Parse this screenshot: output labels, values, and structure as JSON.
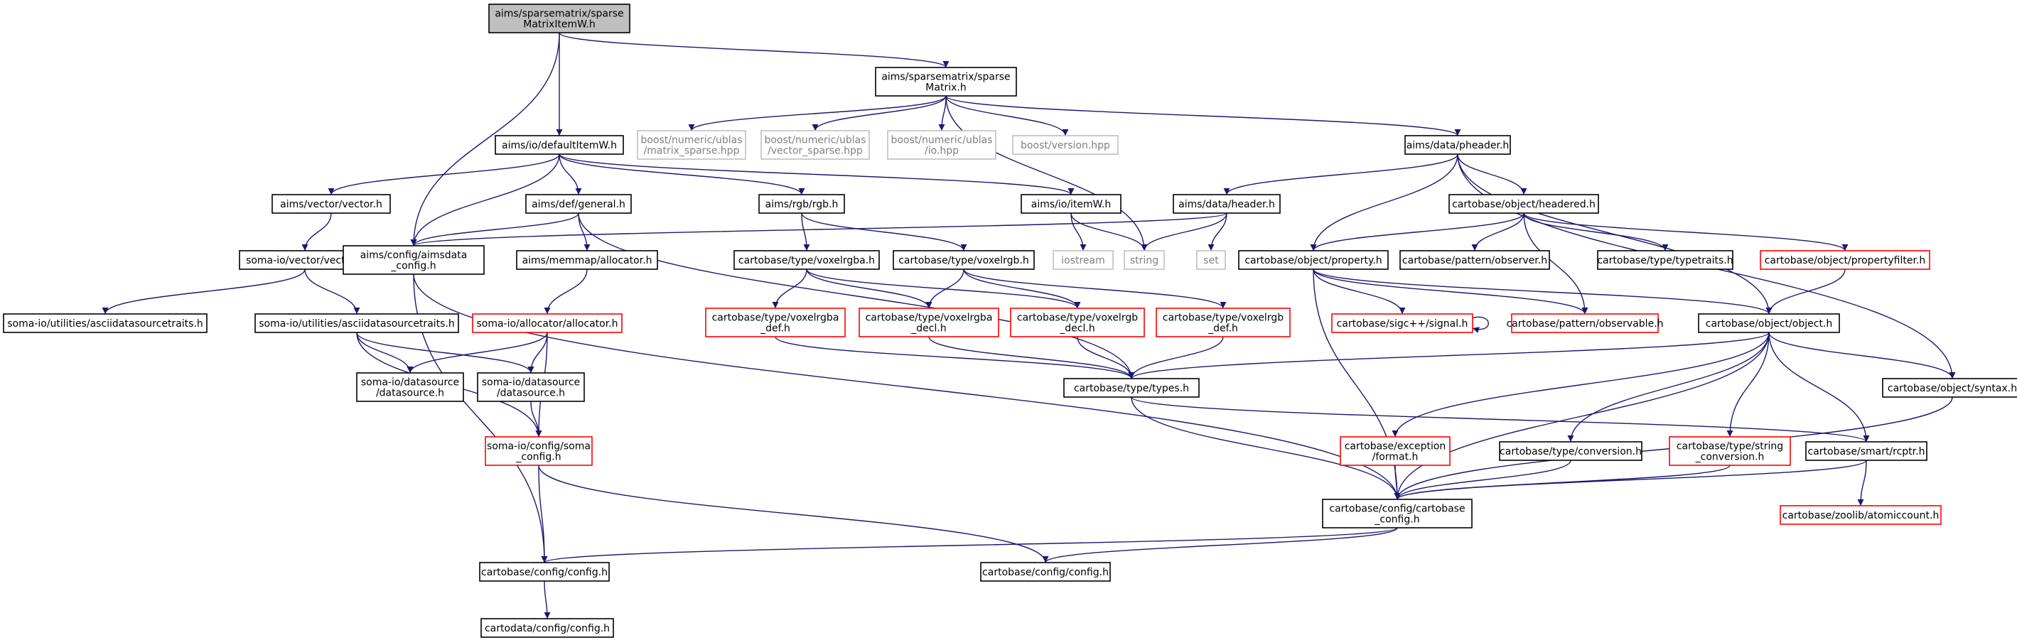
{
  "colors": {
    "root_fill": "#bfbfbf",
    "normal_border": "#000000",
    "missing_border": "#ff0000",
    "external_border": "#bfbfbf",
    "external_text": "#808080",
    "edge": "#191970"
  },
  "graph": {
    "nodes": [
      {
        "id": "root",
        "kind": "root",
        "lines": [
          "aims/sparsematrix/sparse",
          "MatrixItemW.h"
        ]
      },
      {
        "id": "sparsematrix",
        "kind": "normal",
        "lines": [
          "aims/sparsematrix/sparse",
          "Matrix.h"
        ]
      },
      {
        "id": "defaultitemw",
        "kind": "normal",
        "lines": [
          "aims/io/defaultItemW.h"
        ]
      },
      {
        "id": "ublas_matrix",
        "kind": "external",
        "lines": [
          "boost/numeric/ublas",
          "/matrix_sparse.hpp"
        ]
      },
      {
        "id": "ublas_vector",
        "kind": "external",
        "lines": [
          "boost/numeric/ublas",
          "/vector_sparse.hpp"
        ]
      },
      {
        "id": "ublas_io",
        "kind": "external",
        "lines": [
          "boost/numeric/ublas",
          "/io.hpp"
        ]
      },
      {
        "id": "boost_version",
        "kind": "external",
        "lines": [
          "boost/version.hpp"
        ]
      },
      {
        "id": "pheader",
        "kind": "normal",
        "lines": [
          "aims/data/pheader.h"
        ]
      },
      {
        "id": "aimsvector",
        "kind": "normal",
        "lines": [
          "aims/vector/vector.h"
        ]
      },
      {
        "id": "general",
        "kind": "normal",
        "lines": [
          "aims/def/general.h"
        ]
      },
      {
        "id": "rgb",
        "kind": "normal",
        "lines": [
          "aims/rgb/rgb.h"
        ]
      },
      {
        "id": "itemw",
        "kind": "normal",
        "lines": [
          "aims/io/itemW.h"
        ]
      },
      {
        "id": "header",
        "kind": "normal",
        "lines": [
          "aims/data/header.h"
        ]
      },
      {
        "id": "headered",
        "kind": "normal",
        "lines": [
          "cartobase/object/headered.h"
        ]
      },
      {
        "id": "somavector",
        "kind": "normal",
        "lines": [
          "soma-io/vector/vector.h"
        ]
      },
      {
        "id": "aimsdata_config",
        "kind": "normal",
        "lines": [
          "aims/config/aimsdata",
          "_config.h"
        ]
      },
      {
        "id": "allocator",
        "kind": "normal",
        "lines": [
          "aims/memmap/allocator.h"
        ]
      },
      {
        "id": "voxelrgba",
        "kind": "normal",
        "lines": [
          "cartobase/type/voxelrgba.h"
        ]
      },
      {
        "id": "voxelrgb",
        "kind": "normal",
        "lines": [
          "cartobase/type/voxelrgb.h"
        ]
      },
      {
        "id": "iostream",
        "kind": "external",
        "lines": [
          "iostream"
        ]
      },
      {
        "id": "string",
        "kind": "external",
        "lines": [
          "string"
        ]
      },
      {
        "id": "set",
        "kind": "external",
        "lines": [
          "set"
        ]
      },
      {
        "id": "property",
        "kind": "normal",
        "lines": [
          "cartobase/object/property.h"
        ]
      },
      {
        "id": "observer",
        "kind": "normal",
        "lines": [
          "cartobase/pattern/observer.h"
        ]
      },
      {
        "id": "typetraits",
        "kind": "normal",
        "lines": [
          "cartobase/type/typetraits.h"
        ]
      },
      {
        "id": "propertyfilter",
        "kind": "missing",
        "lines": [
          "cartobase/object/propertyfilter.h"
        ]
      },
      {
        "id": "asciids_left",
        "kind": "normal",
        "lines": [
          "soma-io/utilities/asciidatasourcetraits.h"
        ]
      },
      {
        "id": "asciids",
        "kind": "normal",
        "lines": [
          "soma-io/utilities/asciidatasourcetraits.h"
        ]
      },
      {
        "id": "soma_allocator",
        "kind": "missing",
        "lines": [
          "soma-io/allocator/allocator.h"
        ]
      },
      {
        "id": "voxelrgba_def",
        "kind": "missing",
        "lines": [
          "cartobase/type/voxelrgba",
          "_def.h"
        ]
      },
      {
        "id": "voxelrgba_decl",
        "kind": "missing",
        "lines": [
          "cartobase/type/voxelrgba",
          "_decl.h"
        ]
      },
      {
        "id": "voxelrgb_decl",
        "kind": "missing",
        "lines": [
          "cartobase/type/voxelrgb",
          "_decl.h"
        ]
      },
      {
        "id": "voxelrgb_def",
        "kind": "missing",
        "lines": [
          "cartobase/type/voxelrgb",
          "_def.h"
        ]
      },
      {
        "id": "signal",
        "kind": "missing",
        "lines": [
          "cartobase/sigc++/signal.h"
        ]
      },
      {
        "id": "observable",
        "kind": "missing",
        "lines": [
          "cartobase/pattern/observable.h"
        ]
      },
      {
        "id": "object",
        "kind": "normal",
        "lines": [
          "cartobase/object/object.h"
        ]
      },
      {
        "id": "datasource1",
        "kind": "normal",
        "lines": [
          "soma-io/datasource",
          "/datasource.h"
        ]
      },
      {
        "id": "datasource2",
        "kind": "normal",
        "lines": [
          "soma-io/datasource",
          "/datasource.h"
        ]
      },
      {
        "id": "types",
        "kind": "normal",
        "lines": [
          "cartobase/type/types.h"
        ]
      },
      {
        "id": "syntax",
        "kind": "normal",
        "lines": [
          "cartobase/object/syntax.h"
        ]
      },
      {
        "id": "soma_config",
        "kind": "missing",
        "lines": [
          "soma-io/config/soma",
          "_config.h"
        ]
      },
      {
        "id": "exc_format",
        "kind": "missing",
        "lines": [
          "cartobase/exception",
          "/format.h"
        ]
      },
      {
        "id": "conversion",
        "kind": "normal",
        "lines": [
          "cartobase/type/conversion.h"
        ]
      },
      {
        "id": "string_conversion",
        "kind": "missing",
        "lines": [
          "cartobase/type/string",
          "_conversion.h"
        ]
      },
      {
        "id": "rcptr",
        "kind": "normal",
        "lines": [
          "cartobase/smart/rcptr.h"
        ]
      },
      {
        "id": "cartobase_config",
        "kind": "normal",
        "lines": [
          "cartobase/config/cartobase",
          "_config.h"
        ]
      },
      {
        "id": "atomiccount",
        "kind": "missing",
        "lines": [
          "cartobase/zoolib/atomiccount.h"
        ]
      },
      {
        "id": "config1",
        "kind": "normal",
        "lines": [
          "cartobase/config/config.h"
        ]
      },
      {
        "id": "config2",
        "kind": "normal",
        "lines": [
          "cartobase/config/config.h"
        ]
      },
      {
        "id": "cartodata_config",
        "kind": "normal",
        "lines": [
          "cartodata/config/config.h"
        ]
      }
    ],
    "edges": [
      [
        "root",
        "sparsematrix"
      ],
      [
        "root",
        "defaultitemw"
      ],
      [
        "root",
        "aimsdata_config"
      ],
      [
        "sparsematrix",
        "ublas_matrix"
      ],
      [
        "sparsematrix",
        "ublas_vector"
      ],
      [
        "sparsematrix",
        "ublas_io"
      ],
      [
        "sparsematrix",
        "boost_version"
      ],
      [
        "sparsematrix",
        "string"
      ],
      [
        "sparsematrix",
        "pheader"
      ],
      [
        "defaultitemw",
        "aimsvector"
      ],
      [
        "defaultitemw",
        "general"
      ],
      [
        "defaultitemw",
        "rgb"
      ],
      [
        "defaultitemw",
        "itemw"
      ],
      [
        "defaultitemw",
        "aimsdata_config"
      ],
      [
        "pheader",
        "header"
      ],
      [
        "pheader",
        "headered"
      ],
      [
        "pheader",
        "property"
      ],
      [
        "pheader",
        "object"
      ],
      [
        "pheader",
        "syntax"
      ],
      [
        "aimsvector",
        "somavector"
      ],
      [
        "general",
        "aimsdata_config"
      ],
      [
        "general",
        "allocator"
      ],
      [
        "general",
        "types"
      ],
      [
        "rgb",
        "voxelrgba"
      ],
      [
        "rgb",
        "voxelrgb"
      ],
      [
        "itemw",
        "iostream"
      ],
      [
        "itemw",
        "string"
      ],
      [
        "header",
        "aimsdata_config"
      ],
      [
        "header",
        "string"
      ],
      [
        "header",
        "set"
      ],
      [
        "headered",
        "property"
      ],
      [
        "headered",
        "observer"
      ],
      [
        "headered",
        "typetraits"
      ],
      [
        "headered",
        "propertyfilter"
      ],
      [
        "headered",
        "observable"
      ],
      [
        "somavector",
        "asciids_left"
      ],
      [
        "somavector",
        "asciids"
      ],
      [
        "aimsdata_config",
        "config1"
      ],
      [
        "aimsdata_config",
        "cartobase_config"
      ],
      [
        "allocator",
        "soma_allocator"
      ],
      [
        "voxelrgba",
        "voxelrgba_def"
      ],
      [
        "voxelrgba",
        "voxelrgba_decl"
      ],
      [
        "voxelrgba",
        "voxelrgb_decl"
      ],
      [
        "voxelrgb",
        "voxelrgba_decl"
      ],
      [
        "voxelrgb",
        "voxelrgb_decl"
      ],
      [
        "voxelrgb",
        "voxelrgb_def"
      ],
      [
        "property",
        "signal"
      ],
      [
        "property",
        "observable"
      ],
      [
        "property",
        "object"
      ],
      [
        "property",
        "cartobase_config"
      ],
      [
        "propertyfilter",
        "object"
      ],
      [
        "asciids",
        "datasource1"
      ],
      [
        "asciids",
        "datasource2"
      ],
      [
        "asciids",
        "soma_config"
      ],
      [
        "soma_allocator",
        "datasource1"
      ],
      [
        "soma_allocator",
        "datasource2"
      ],
      [
        "soma_allocator",
        "soma_config"
      ],
      [
        "voxelrgba_def",
        "types"
      ],
      [
        "voxelrgba_decl",
        "types"
      ],
      [
        "voxelrgb_decl",
        "types"
      ],
      [
        "voxelrgb_def",
        "types"
      ],
      [
        "signal",
        "signal"
      ],
      [
        "object",
        "types"
      ],
      [
        "object",
        "syntax"
      ],
      [
        "object",
        "exc_format"
      ],
      [
        "object",
        "conversion"
      ],
      [
        "object",
        "string_conversion"
      ],
      [
        "object",
        "rcptr"
      ],
      [
        "object",
        "cartobase_config"
      ],
      [
        "datasource2",
        "soma_config"
      ],
      [
        "types",
        "rcptr"
      ],
      [
        "types",
        "cartobase_config"
      ],
      [
        "syntax",
        "cartobase_config"
      ],
      [
        "soma_config",
        "config1"
      ],
      [
        "soma_config",
        "config2"
      ],
      [
        "exc_format",
        "cartobase_config"
      ],
      [
        "conversion",
        "cartobase_config"
      ],
      [
        "string_conversion",
        "cartobase_config"
      ],
      [
        "rcptr",
        "cartobase_config"
      ],
      [
        "rcptr",
        "atomiccount"
      ],
      [
        "cartobase_config",
        "config1"
      ],
      [
        "cartobase_config",
        "config2"
      ],
      [
        "config1",
        "cartodata_config"
      ]
    ]
  }
}
